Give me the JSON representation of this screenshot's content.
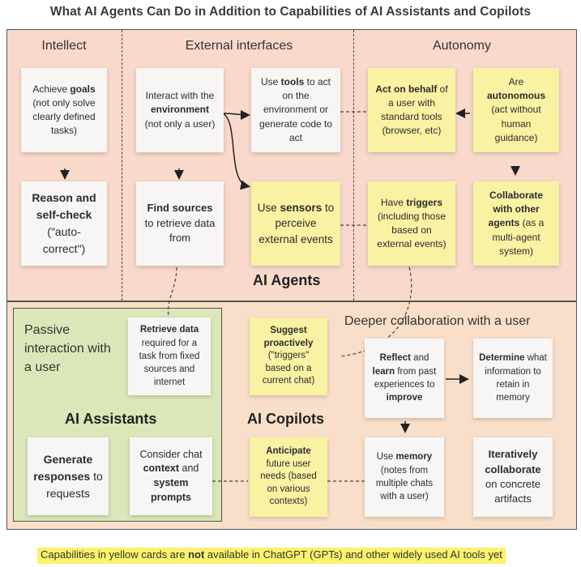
{
  "title": "What AI Agents Can Do in Addition to Capabilities of AI Assistants and Copilots",
  "headers": {
    "intellect": "Intellect",
    "external_interfaces": "External interfaces",
    "autonomy": "Autonomy",
    "passive": "Passive interaction with a user",
    "deeper": "Deeper collaboration with a user"
  },
  "region_titles": {
    "agents": "AI Agents",
    "assistants": "AI Assistants",
    "copilots": "AI Copilots"
  },
  "cards": {
    "achieve_goals": {
      "pre": "Achieve ",
      "bold": "goals",
      "post": " (not only solve clearly defined tasks)"
    },
    "reason": {
      "bold": "Reason and self-check",
      "post": " (\"auto-correct\")"
    },
    "interact_env": {
      "pre": "Interact with the ",
      "bold": "environment",
      "post": " (not only a user)"
    },
    "find_sources": {
      "bold": "Find sources",
      "post": " to retrieve data from"
    },
    "use_tools": {
      "pre": "Use ",
      "bold": "tools",
      "post": " to act on the environment or generate code to act"
    },
    "use_sensors": {
      "pre": "Use ",
      "bold": "sensors",
      "post": " to perceive external events"
    },
    "act_on_behalf": {
      "bold": "Act on behalf",
      "post": " of a user with standard tools (browser, etc)"
    },
    "autonomous": {
      "pre": "Are ",
      "bold": "autonomous",
      "post": " (act without human guidance)"
    },
    "triggers": {
      "pre": "Have ",
      "bold": "triggers",
      "post": " (including those based on external events)"
    },
    "collaborate_agents": {
      "bold": "Collaborate with other agents",
      "post": " (as a multi-agent system)"
    },
    "retrieve_data": {
      "bold": "Retrieve data",
      "post": " required for a task from fixed sources and internet"
    },
    "generate": {
      "bold": "Generate responses",
      "post": " to requests"
    },
    "consider_context": {
      "pre": "Consider chat ",
      "bold": "context",
      "mid": " and ",
      "bold2": "system prompts"
    },
    "suggest": {
      "bold": "Suggest proactively",
      "post": " (\"triggers\" based on a current chat)"
    },
    "reflect": {
      "bold": "Reflect",
      "mid": " and ",
      "bold2": "learn",
      "post": " from past experiences to ",
      "bold3": "improve"
    },
    "determine": {
      "bold": "Determine",
      "post": " what information to retain in memory"
    },
    "anticipate": {
      "bold": "Anticipate",
      "post": " future user needs (based on various contexts)"
    },
    "use_memory": {
      "pre": "Use ",
      "bold": "memory",
      "post": " (notes from multiple chats with a user)"
    },
    "iterative": {
      "bold": "Iteratively collaborate",
      "post": " on concrete artifacts"
    }
  },
  "footer": {
    "pre": "Capabilities in yellow cards are ",
    "bold": "not",
    "post": " available in ChatGPT (GPTs) and other widely used AI tools yet"
  },
  "colors": {
    "agents_bg": "#f8d9cb",
    "copilots_bg": "#f9dfc9",
    "assistants_bg": "#dbe7b8",
    "yellow_card": "#f9f2a3",
    "white_card": "#f7f6f4",
    "footer_highlight": "#fbf36b"
  }
}
